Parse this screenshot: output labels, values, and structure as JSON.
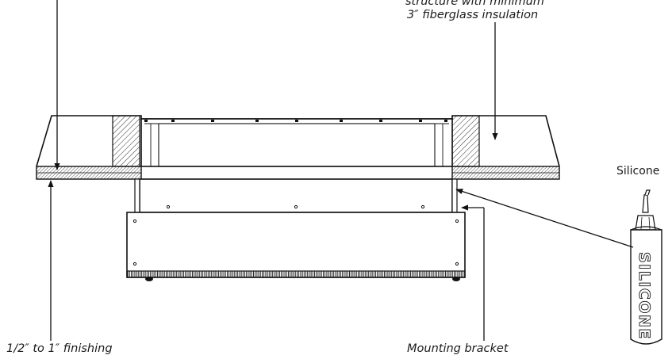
{
  "labels": {
    "framing_line1": "structure with minimum",
    "framing_line2": "3″ fiberglass insulation",
    "silicone": "Silicone",
    "finishing": "1/2″ to 1″ finishing",
    "mounting_bracket": "Mounting bracket",
    "tube_text": "SILICONE"
  }
}
